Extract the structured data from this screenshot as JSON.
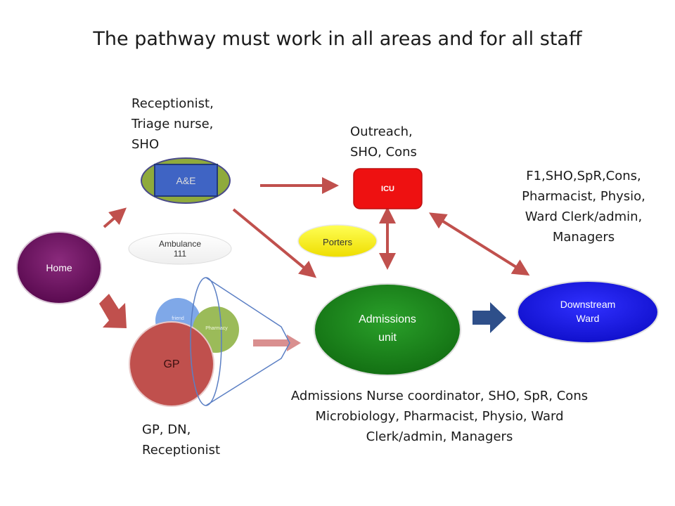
{
  "title": "The pathway must work in all areas and for all staff",
  "nodes": {
    "home": "Home",
    "ae": "A&E",
    "ambulance": "Ambulance\n111",
    "friend": "friend",
    "pharmacy": "Pharmacy",
    "gp": "GP",
    "icu": "ICU",
    "porters": "Porters",
    "admissions_unit": "Admissions\nunit",
    "downstream_ward": "Downstream\nWard"
  },
  "staff_labels": {
    "ae": "Receptionist,\nTriage nurse,\nSHO",
    "icu": "Outreach,\nSHO, Cons",
    "ward": "F1,SHO,SpR,Cons,\nPharmacist, Physio,\nWard Clerk/admin,\nManagers",
    "gp": "GP, DN,\nReceptionist",
    "admissions": "Admissions Nurse coordinator, SHO, SpR, Cons\nMicrobiology, Pharmacist, Physio, Ward\nClerk/admin, Managers"
  },
  "colors": {
    "home": "#6b0f5e",
    "ae_outer": "#8faa3c",
    "ae_box": "#3a5fbf",
    "icu": "#ee1111",
    "porters": "#ffee00",
    "admissions": "#1a8a1a",
    "ward": "#1a1aee",
    "gp": "#c0504d",
    "friend": "#7fa8e8",
    "pharmacy": "#9bbb59",
    "arrow_red": "#c0504d",
    "arrow_blue": "#2e4f8a"
  }
}
